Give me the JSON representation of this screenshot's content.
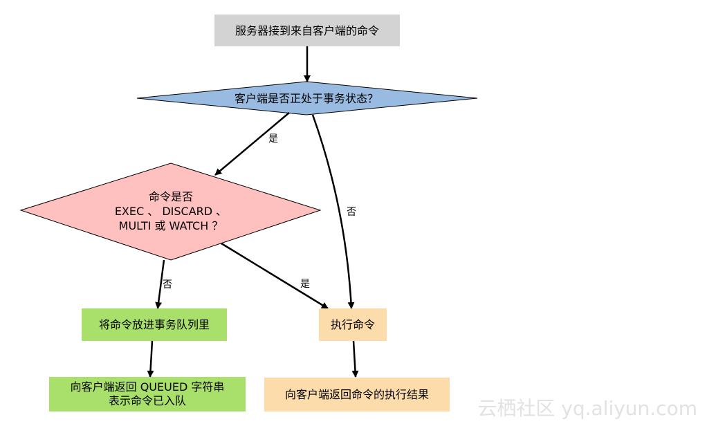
{
  "colors": {
    "start_fill": "#d3d3d3",
    "decision1_fill": "#99bbe1",
    "decision2_fill": "#ffc0c0",
    "queue_fill": "#a9e06b",
    "exec_fill": "#fcdcaa",
    "stroke": "#000000"
  },
  "nodes": {
    "start": "服务器接到来自客户端的命令",
    "decision1": "客户端是否正处于事务状态？",
    "decision2": {
      "line1": "命令是否",
      "line2": "EXEC 、 DISCARD 、",
      "line3": "MULTI 或 WATCH ？"
    },
    "queue": "将命令放进事务队列里",
    "queued_reply": {
      "line1": "向客户端返回 QUEUED 字符串",
      "line2": "表示命令已入队"
    },
    "execute": "执行命令",
    "exec_reply": "向客户端返回命令的执行结果"
  },
  "edges": {
    "d1_yes": "是",
    "d1_no": "否",
    "d2_no": "否",
    "d2_yes": "是"
  },
  "watermark": "云栖社区 yq.aliyun.com"
}
